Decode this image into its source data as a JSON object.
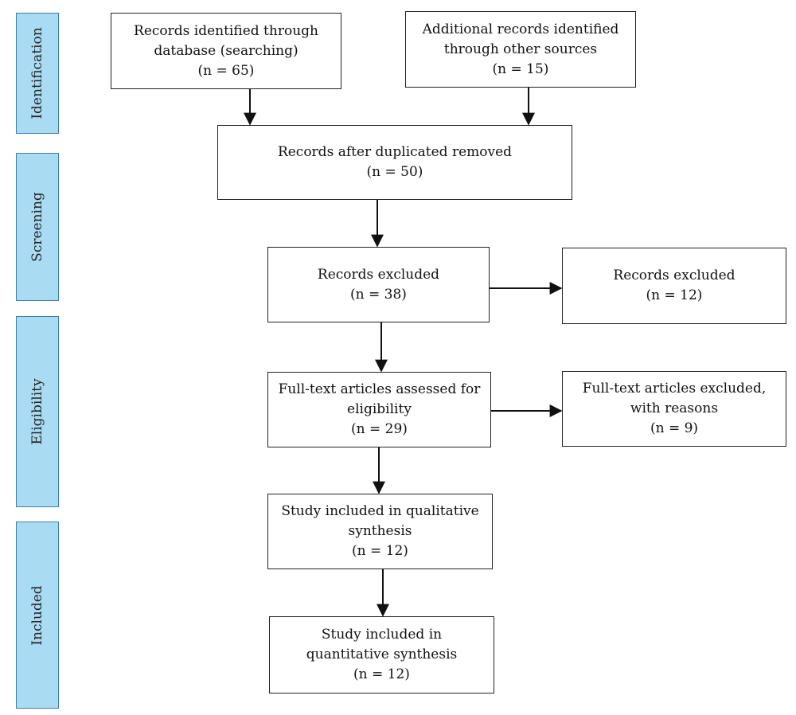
{
  "phases": [
    {
      "label": "Identification"
    },
    {
      "label": "Screening"
    },
    {
      "label": "Eligibility"
    },
    {
      "label": "Included"
    }
  ],
  "boxes": {
    "database": {
      "lines": [
        "Records identified through",
        "database (searching)",
        "(n = 65)"
      ]
    },
    "other": {
      "lines": [
        "Additional records identified",
        "through other sources",
        "(n = 15)"
      ]
    },
    "duplicates": {
      "lines": [
        "Records after duplicated removed",
        "(n = 50)"
      ]
    },
    "screened": {
      "lines": [
        "Records excluded",
        "(n = 38)"
      ]
    },
    "excluded": {
      "lines": [
        "Records excluded",
        "(n = 12)"
      ]
    },
    "fulltext": {
      "lines": [
        "Full-text articles assessed for",
        "eligibility",
        "(n = 29)"
      ]
    },
    "fulltext_excluded": {
      "lines": [
        "Full-text articles excluded,",
        "with reasons",
        "(n = 9)"
      ]
    },
    "qualitative": {
      "lines": [
        "Study included in qualitative",
        "synthesis",
        "(n = 12)"
      ]
    },
    "quantitative": {
      "lines": [
        "Study included in",
        "quantitative synthesis",
        "(n = 12)"
      ]
    }
  }
}
